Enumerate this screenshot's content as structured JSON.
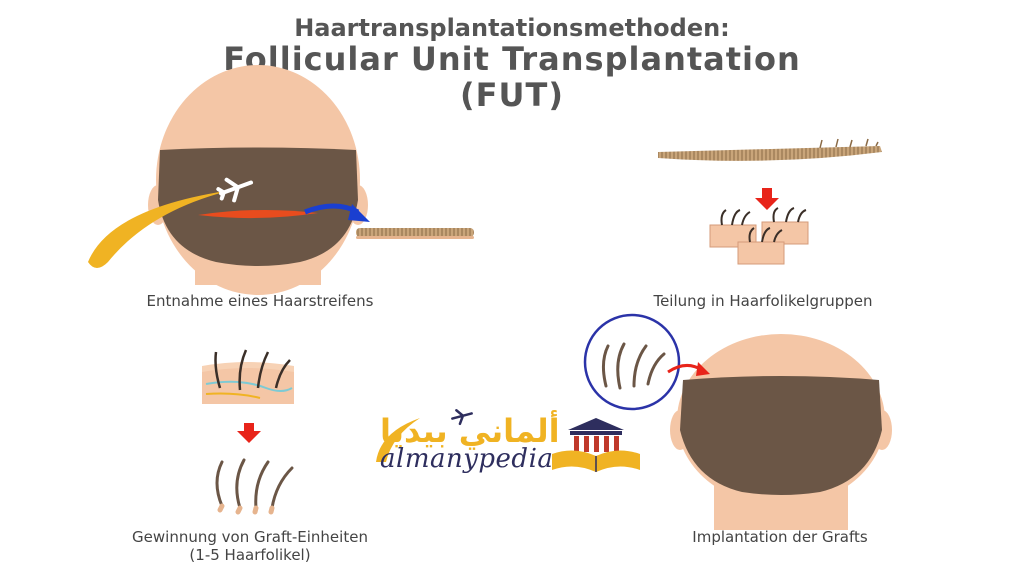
{
  "title": {
    "line1": "Haartransplantationsmethoden:",
    "line2": "Follicular Unit Transplantation",
    "line3": "(FUT)"
  },
  "steps": [
    {
      "caption": "Entnahme eines Haarstreifens"
    },
    {
      "caption": "Teilung in Haarfolikelgruppen"
    },
    {
      "caption_line1": "Gewinnung von Graft-Einheiten",
      "caption_line2": "(1-5 Haarfolikel)"
    },
    {
      "caption": "Implantation der Grafts"
    }
  ],
  "watermark": {
    "arabic": "ألماني بيديا",
    "latin": "almanypedia"
  },
  "colors": {
    "skin": "#f4c6a6",
    "hair": "#6b5646",
    "strip": "#e84c1e",
    "arrow_blue": "#1a3fd0",
    "arrow_red": "#e8241a",
    "swoosh": "#f0b323",
    "logo_navy": "#2e2e5e"
  }
}
